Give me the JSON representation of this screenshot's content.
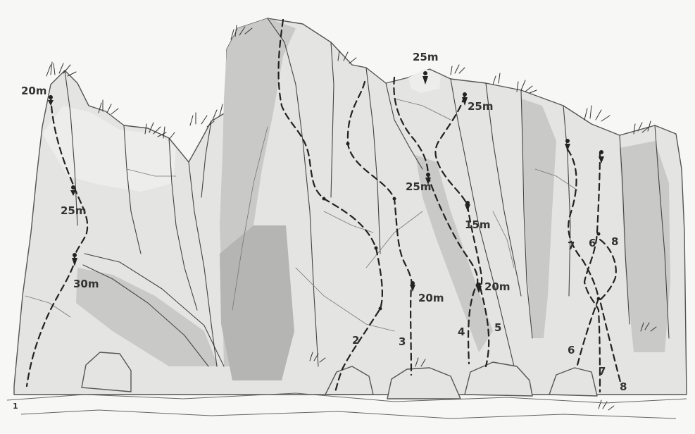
{
  "figure": "climbing-topo",
  "route_numbers": [
    "1",
    "2",
    "3",
    "4",
    "5",
    "6",
    "7",
    "8"
  ],
  "route_numbers_lower": [
    "6",
    "7",
    "8"
  ],
  "route_numbers_upper": [
    "7",
    "6",
    "8"
  ],
  "pitch_labels": {
    "r1_top": "20m",
    "r1_mid": "25m",
    "r1_low": "30m",
    "summit": "25m",
    "summit_right": "25m",
    "r4_top": "25m",
    "r5_top": "15m",
    "r3_belay": "20m",
    "r45_belay": "20m"
  },
  "colors": {
    "background": "#f7f7f5",
    "rock": "#e4e4e2",
    "shadow": "#c9c9c7",
    "ink": "#222222"
  }
}
